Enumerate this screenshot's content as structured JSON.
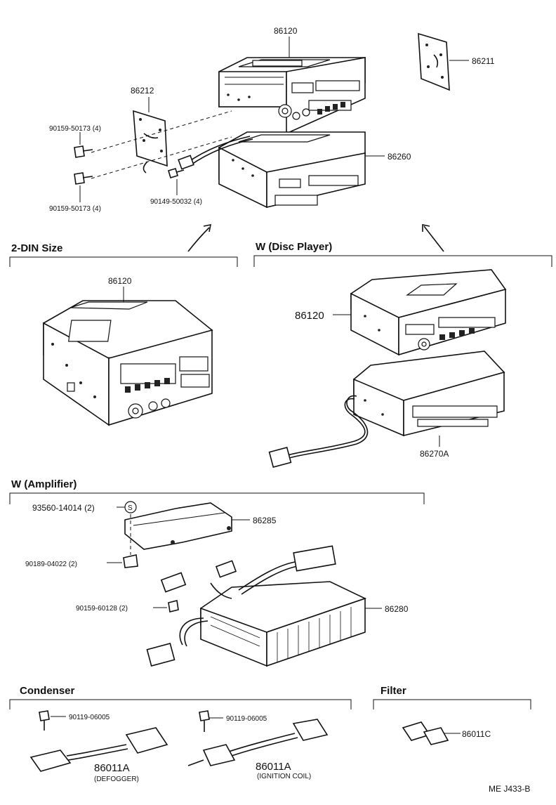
{
  "sections": {
    "din2": "2-DIN Size",
    "disc": "W (Disc Player)",
    "amp": "W (Amplifier)",
    "condenser": "Condenser",
    "filter": "Filter"
  },
  "labels": {
    "top_86120": "86120",
    "top_86211": "86211",
    "top_86212": "86212",
    "top_86260": "86260",
    "bolt_upper": "90159-50173 (4)",
    "bolt_lower": "90159-50173 (4)",
    "screw_90149": "90149-50032 (4)",
    "din_86120": "86120",
    "disc_86120": "86120",
    "disc_86270a": "86270A",
    "amp_93560": "93560-14014 (2)",
    "amp_s_mark": "S",
    "amp_86285": "86285",
    "amp_90189": "90189-04022 (2)",
    "amp_90159": "90159-60128 (2)",
    "amp_86280": "86280",
    "cond_screw1": "90119-06005",
    "cond_screw2": "90119-06005",
    "cond_part1": "86011A",
    "cond_part1_sub": "(DEFOGGER)",
    "cond_part2": "86011A",
    "cond_part2_sub": "(IGNITION COIL)",
    "filter_part": "86011C"
  },
  "footer": "ME  J433-B"
}
